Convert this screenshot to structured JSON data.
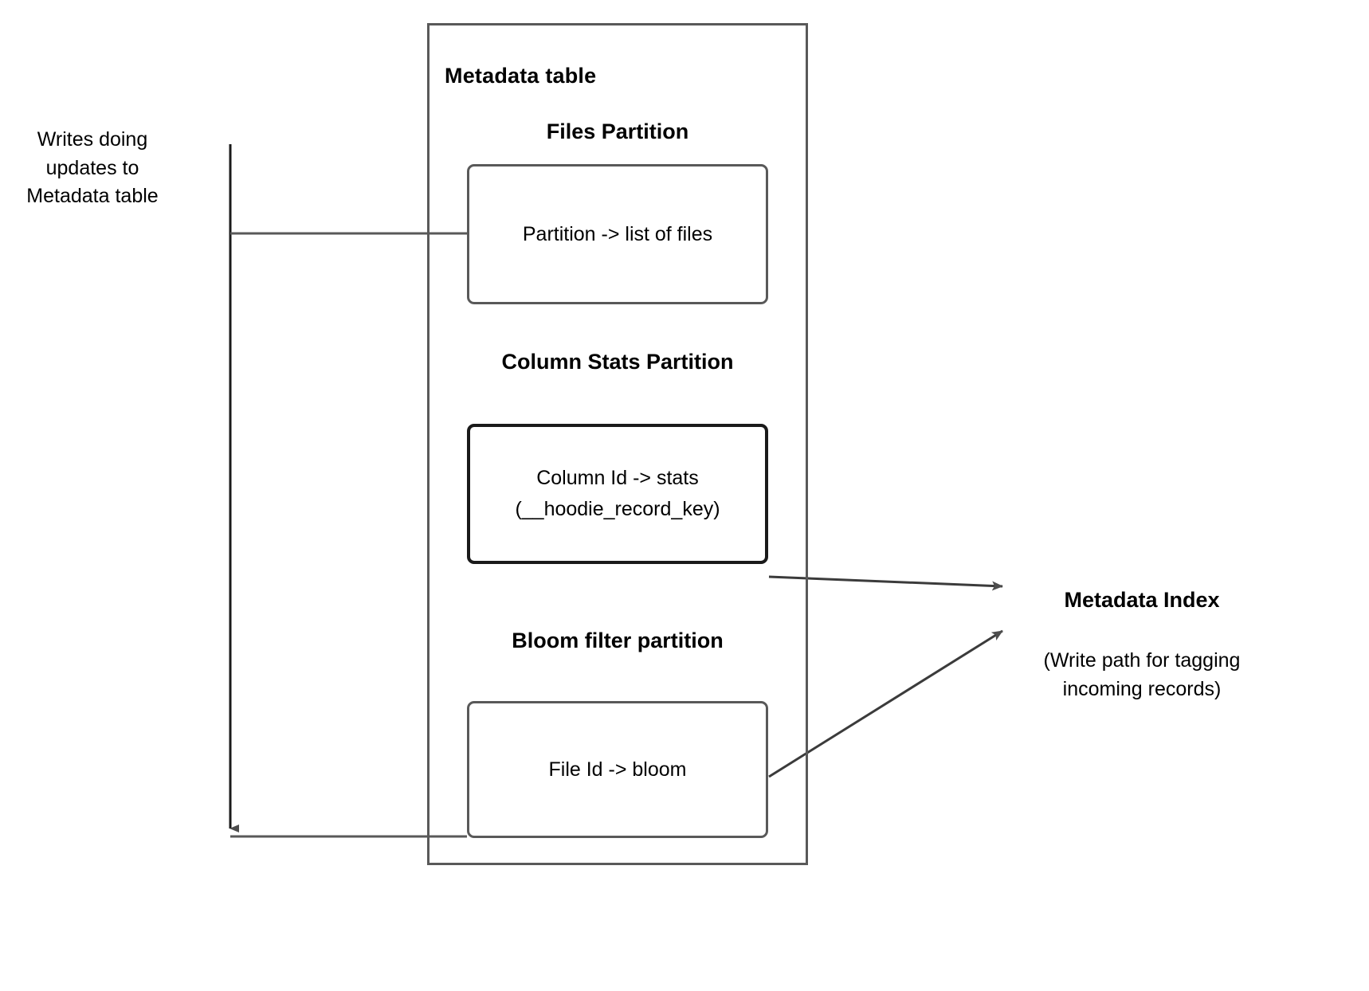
{
  "diagram": {
    "title": "Metadata table",
    "left_note": "Writes doing updates to Metadata table",
    "sections": [
      {
        "heading": "Files Partition",
        "box_text": "Partition -> list of files"
      },
      {
        "heading": "Column Stats\nPartition",
        "box_text": "Column Id  -> stats\n(__hoodie_record_key)"
      },
      {
        "heading": "Bloom filter\npartition",
        "box_text": "File Id -> bloom"
      }
    ],
    "right": {
      "title": "Metadata Index",
      "note": "(Write path for tagging incoming records)"
    },
    "colors": {
      "stroke": "#595959",
      "stroke_dark": "#1a1a1a",
      "arrow_fill": "#4d4d4d",
      "text": "#000000",
      "background": "#ffffff"
    }
  }
}
